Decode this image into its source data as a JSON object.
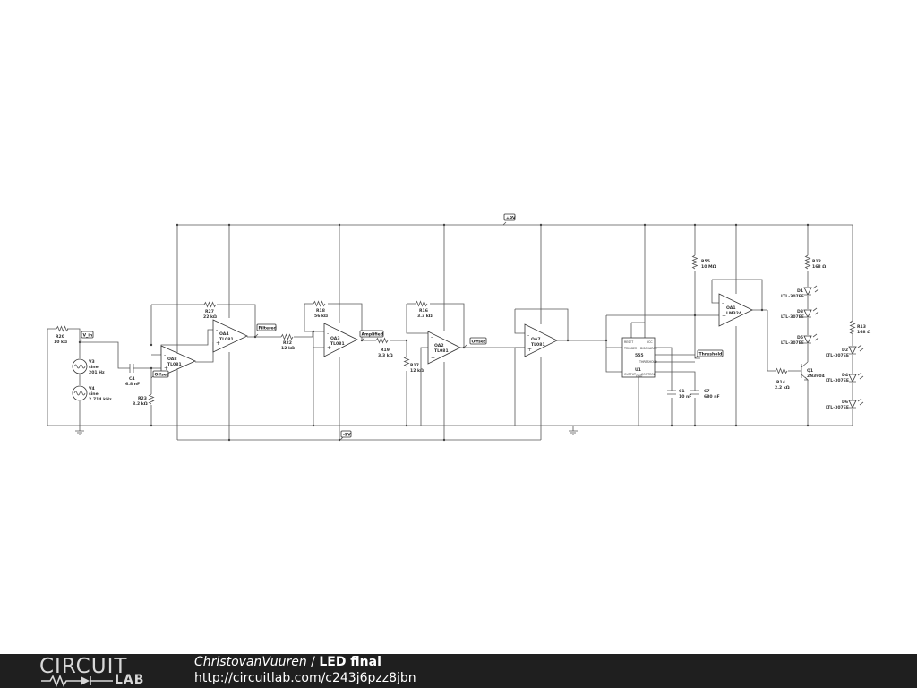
{
  "footer": {
    "brand_top": "CIRCUIT",
    "brand_bottom": "LAB",
    "author": "ChristovanVuuren",
    "separator": " / ",
    "title": "LED final",
    "url": "http://circuitlab.com/c243j6pzz8jbn"
  },
  "colors": {
    "footer_bg": "#1f1f1f",
    "wire": "#555555",
    "background": "#ffffff"
  },
  "nets": {
    "vcc": "+9V",
    "vee": "-9V",
    "v_in": "V_in",
    "offset1": "Offset",
    "filtered": "Filtered",
    "amplified": "Amplified",
    "offset2": "Offset",
    "threshold": "Threshold"
  },
  "components": {
    "R20": [
      "R20",
      "10 kΩ"
    ],
    "V3": [
      "V3",
      "sine",
      "201 Hz"
    ],
    "V4": [
      "V4",
      "sine",
      "2.714 kHz"
    ],
    "C4": [
      "C4",
      "6.8 nF"
    ],
    "R23": [
      "R23",
      "8.2 kΩ"
    ],
    "OA8": [
      "OA8",
      "TL081"
    ],
    "R27": [
      "R27",
      "22 kΩ"
    ],
    "OA4": [
      "OA4",
      "TL081"
    ],
    "R22": [
      "R22",
      "12 kΩ"
    ],
    "R18": [
      "R18",
      "56 kΩ"
    ],
    "OA3": [
      "OA3",
      "TL081"
    ],
    "R19": [
      "R19",
      "3.3 kΩ"
    ],
    "R17": [
      "R17",
      "12 kΩ"
    ],
    "R16": [
      "R16",
      "3.3 kΩ"
    ],
    "OA2": [
      "OA2",
      "TL081"
    ],
    "OA7": [
      "OA7",
      "TL081"
    ],
    "U1": [
      "U1",
      "555"
    ],
    "C1": [
      "C1",
      "10 nF"
    ],
    "C7": [
      "C7",
      "680 nF"
    ],
    "R55": [
      "R55",
      "10 MΩ"
    ],
    "OA1": [
      "OA1",
      "LM324"
    ],
    "R14": [
      "R14",
      "2.2 kΩ"
    ],
    "Q1": [
      "Q1",
      "2N3904"
    ],
    "R12": [
      "R12",
      "168 Ω"
    ],
    "R13": [
      "R13",
      "168 Ω"
    ],
    "D1": [
      "D1",
      "LTL-307EE"
    ],
    "D3": [
      "D3",
      "LTL-307EE"
    ],
    "D5": [
      "D5",
      "LTL-307EE"
    ],
    "D2": [
      "D2",
      "LTL-307EE"
    ],
    "D4": [
      "D4",
      "LTL-307EE"
    ],
    "D6": [
      "D6",
      "LTL-307EE"
    ]
  },
  "ic555_pins": [
    "RESET",
    "VCC",
    "TRIGGER",
    "DISCHARGE",
    "THRESHOLD",
    "OUTPUT",
    "CONTROL",
    "GND"
  ]
}
